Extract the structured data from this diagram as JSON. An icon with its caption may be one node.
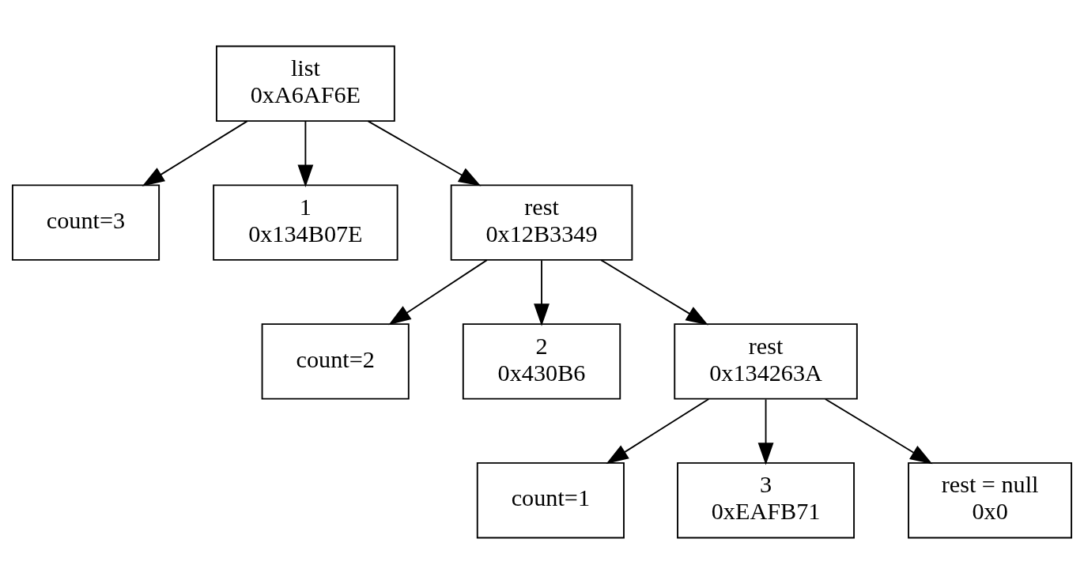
{
  "diagram": {
    "nodes": [
      {
        "text": [
          "list",
          "0xA6AF6E"
        ]
      },
      {
        "text": [
          "count=3"
        ]
      },
      {
        "text": [
          "1",
          "0x134B07E"
        ]
      },
      {
        "text": [
          "rest",
          "0x12B3349"
        ]
      },
      {
        "text": [
          "count=2"
        ]
      },
      {
        "text": [
          "2",
          "0x430B6"
        ]
      },
      {
        "text": [
          "rest",
          "0x134263A"
        ]
      },
      {
        "text": [
          "count=1"
        ]
      },
      {
        "text": [
          "3",
          "0xEAFB71"
        ]
      },
      {
        "text": [
          "rest = null",
          "0x0"
        ]
      }
    ],
    "edges": [
      {
        "from": 0,
        "to": 1,
        "arrow": "to"
      },
      {
        "from": 0,
        "to": 2,
        "arrow": "to"
      },
      {
        "from": 0,
        "to": 3,
        "arrow": "to"
      },
      {
        "from": 3,
        "to": 4,
        "arrow": "to"
      },
      {
        "from": 3,
        "to": 5,
        "arrow": "to"
      },
      {
        "from": 3,
        "to": 6,
        "arrow": "to"
      },
      {
        "from": 6,
        "to": 7,
        "arrow": "to"
      },
      {
        "from": 6,
        "to": 8,
        "arrow": "to"
      },
      {
        "from": 6,
        "to": 9,
        "arrow": "to"
      }
    ]
  }
}
